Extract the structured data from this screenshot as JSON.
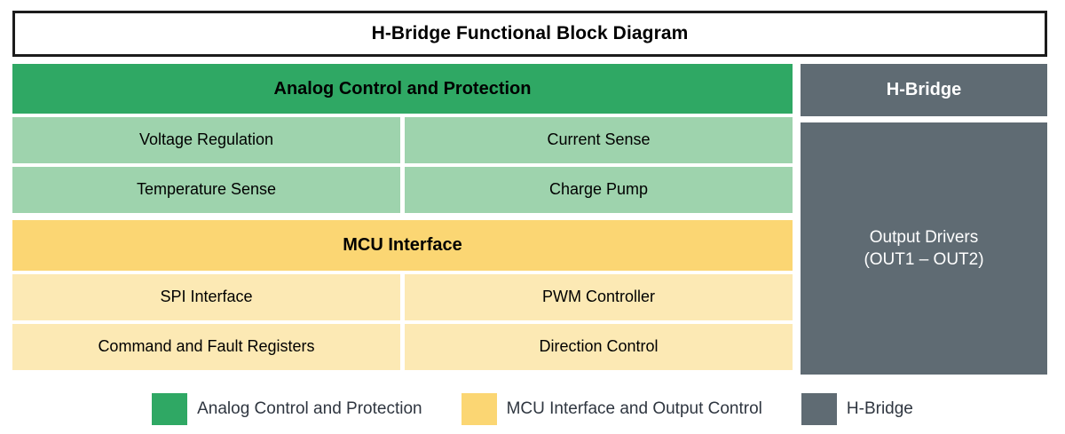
{
  "title": "H-Bridge Functional Block Diagram",
  "colors": {
    "analog_header": "#2fa864",
    "analog_sub": "#9ed3ad",
    "mcu_header": "#fbd673",
    "mcu_sub": "#fce9b4",
    "hbridge": "#5f6b73",
    "title_border": "#1c1c1c"
  },
  "left_column": {
    "analog_section": {
      "header": "Analog Control and Protection",
      "blocks": [
        "Voltage Regulation",
        "Current Sense",
        "Temperature Sense",
        "Charge Pump"
      ]
    },
    "mcu_section": {
      "header": "MCU Interface",
      "blocks": [
        "SPI Interface",
        "PWM Controller",
        "Command and Fault Registers",
        "Direction Control"
      ]
    }
  },
  "right_column": {
    "header": "H-Bridge",
    "body": "Output Drivers\n(OUT1 – OUT2)"
  },
  "legend": {
    "items": [
      {
        "label": "Analog Control and Protection",
        "color": "#2fa864"
      },
      {
        "label": "MCU Interface and Output Control",
        "color": "#fbd673"
      },
      {
        "label": "H-Bridge",
        "color": "#5f6b73"
      }
    ]
  }
}
